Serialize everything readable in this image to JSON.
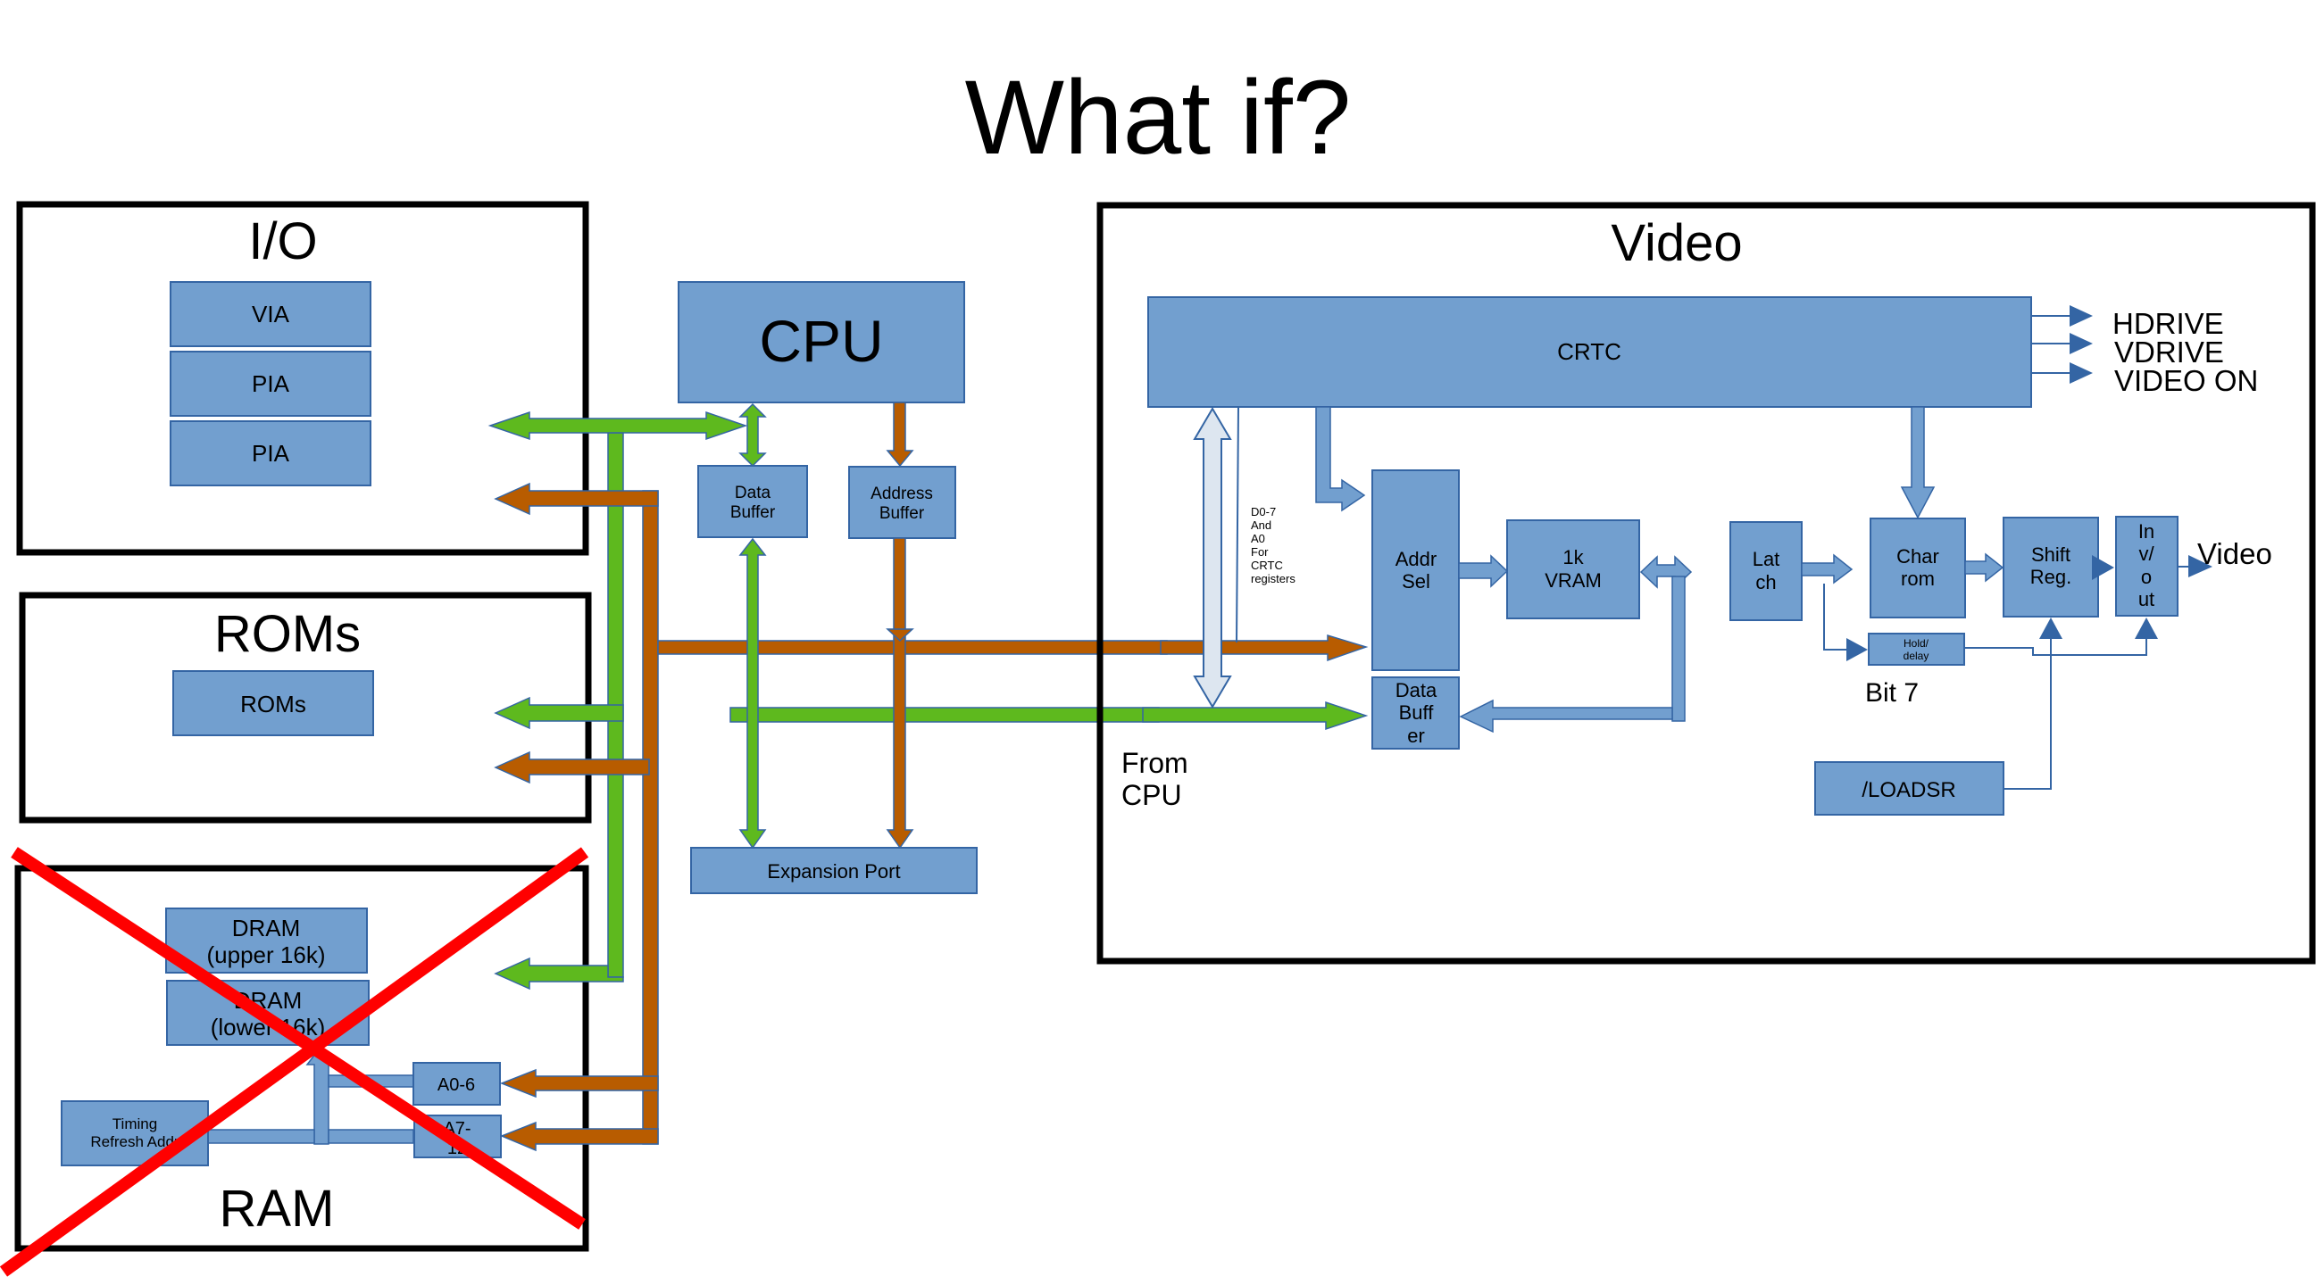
{
  "title": "What if?",
  "colors": {
    "chip_fill": "#729fcf",
    "chip_border": "#3465a4",
    "data_bus": "#5eb91e",
    "address_bus": "#b85c00",
    "crtc_bus": "#dde6f0",
    "strike": "#ff0000"
  },
  "sections": {
    "io": {
      "label": "I/O",
      "chips": [
        "VIA",
        "PIA",
        "PIA"
      ]
    },
    "roms": {
      "label": "ROMs",
      "chips": [
        "ROMs"
      ]
    },
    "ram": {
      "label": "RAM",
      "crossed_out": true,
      "dram_upper": [
        "DRAM",
        "(upper 16k)"
      ],
      "dram_lower": [
        "DRAM",
        "(lower 16k)"
      ],
      "timing": [
        "Timing",
        "Refresh Addr"
      ],
      "a0_6": "A0-6",
      "a7_12": [
        "A7-",
        "12"
      ]
    },
    "cpu": {
      "label": "CPU",
      "data_buffer": [
        "Data",
        "Buffer"
      ],
      "address_buffer": [
        "Address",
        "Buffer"
      ],
      "expansion_port": "Expansion Port"
    },
    "video": {
      "label": "Video",
      "crtc": "CRTC",
      "crtc_outputs": [
        "HDRIVE",
        "VDRIVE",
        "VIDEO ON"
      ],
      "crtc_bus_note": [
        "D0-7",
        "And",
        "A0",
        "For",
        "CRTC",
        "registers"
      ],
      "addr_sel": [
        "Addr",
        "Sel"
      ],
      "data_buff": [
        "Data",
        "Buff",
        "er"
      ],
      "vram": [
        "1k",
        "VRAM"
      ],
      "latch": [
        "Lat",
        "ch"
      ],
      "char_rom": [
        "Char",
        "rom"
      ],
      "shift_reg": [
        "Shift",
        "Reg."
      ],
      "inv_out": [
        "In",
        "v/",
        "o",
        "ut"
      ],
      "hold_delay": [
        "Hold/",
        "delay"
      ],
      "bit7": "Bit 7",
      "loadsr": "/LOADSR",
      "video_out": "Video",
      "from_cpu": [
        "From",
        "CPU"
      ]
    }
  }
}
